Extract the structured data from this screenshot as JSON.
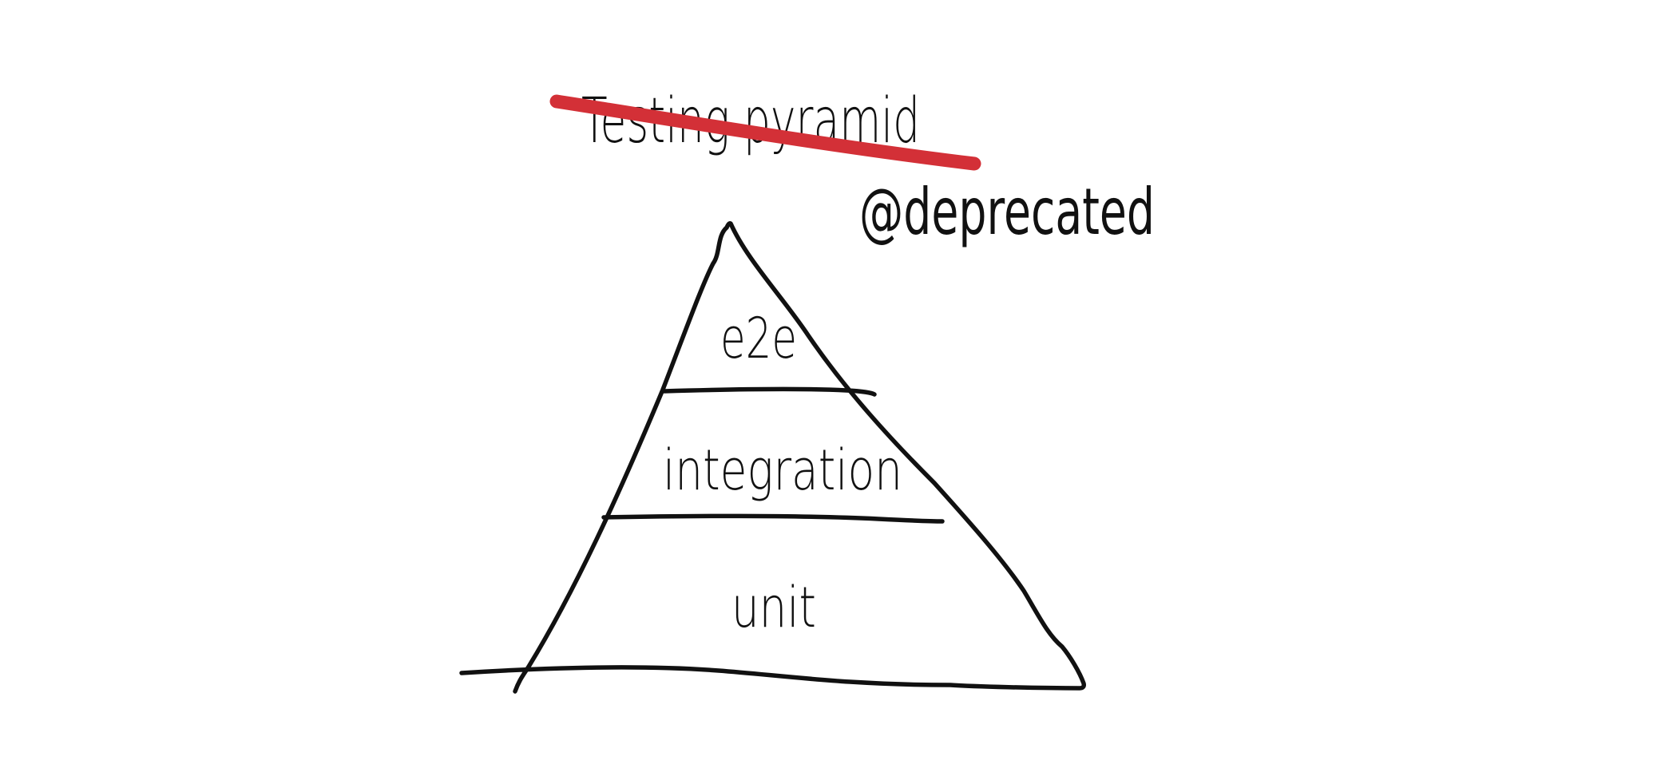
{
  "diagram": {
    "title": "Testing pyramid",
    "annotation": "@deprecated",
    "layers": {
      "top": "e2e",
      "middle": "integration",
      "bottom": "unit"
    }
  },
  "colors": {
    "ink": "#111111",
    "accent": "#d33037",
    "background": "#ffffff"
  }
}
